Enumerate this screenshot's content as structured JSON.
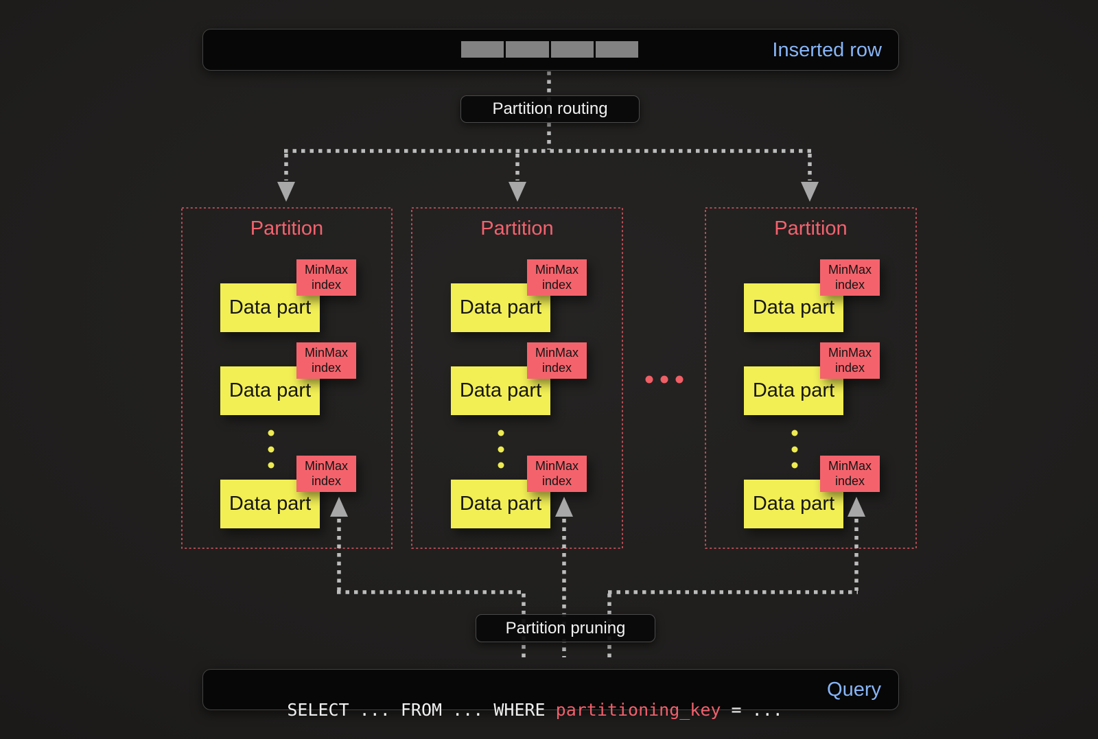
{
  "inserted_row_bar": {
    "label": "Inserted row",
    "cell_count": 4
  },
  "flow_labels": {
    "routing": "Partition routing",
    "pruning": "Partition pruning"
  },
  "partitions": [
    {
      "title": "Partition",
      "parts": [
        {
          "name": "Data part",
          "index_line1": "MinMax",
          "index_line2": "index"
        },
        {
          "name": "Data part",
          "index_line1": "MinMax",
          "index_line2": "index"
        },
        {
          "name": "Data part",
          "index_line1": "MinMax",
          "index_line2": "index"
        }
      ]
    },
    {
      "title": "Partition",
      "parts": [
        {
          "name": "Data part",
          "index_line1": "MinMax",
          "index_line2": "index"
        },
        {
          "name": "Data part",
          "index_line1": "MinMax",
          "index_line2": "index"
        },
        {
          "name": "Data part",
          "index_line1": "MinMax",
          "index_line2": "index"
        }
      ]
    },
    {
      "title": "Partition",
      "parts": [
        {
          "name": "Data part",
          "index_line1": "MinMax",
          "index_line2": "index"
        },
        {
          "name": "Data part",
          "index_line1": "MinMax",
          "index_line2": "index"
        },
        {
          "name": "Data part",
          "index_line1": "MinMax",
          "index_line2": "index"
        }
      ]
    }
  ],
  "query_bar": {
    "sql_select": "SELECT ... FROM ... WHERE ",
    "sql_key": "partitioning_key",
    "sql_tail": " = ...",
    "label": "Query"
  },
  "colors": {
    "accent_blue": "#87b5f7",
    "accent_red": "#f4626e",
    "part_yellow": "#f2ef55",
    "index_red": "#f4636c",
    "line_gray": "#bcbcbc",
    "cell_gray": "#828282"
  }
}
